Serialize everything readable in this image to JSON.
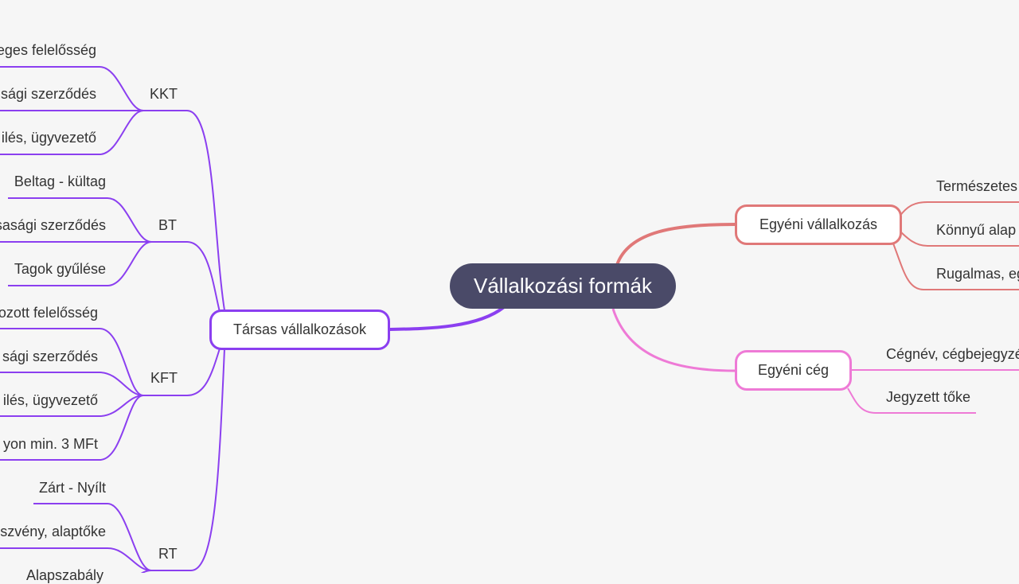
{
  "colors": {
    "background": "#f6f6f6",
    "central": "#4a4a68",
    "tarsas": "#8b3ff0",
    "egyeni_vallalkozas": "#e07878",
    "egyeni_ceg": "#ee7ad6"
  },
  "central": {
    "label": "Vállalkozási formák"
  },
  "tarsas": {
    "label": "Társas vállalkozások",
    "groups": [
      {
        "label": "KKT",
        "items": [
          "eges felelősség",
          "sági szerződés",
          "ilés, ügyvezető"
        ]
      },
      {
        "label": "BT",
        "items": [
          "Beltag - kültag",
          "sasági szerződés",
          "Tagok gyűlése"
        ]
      },
      {
        "label": "KFT",
        "items": [
          "ozott felelősség",
          "sági szerződés",
          "ilés, ügyvezető",
          "yon min. 3 MFt"
        ]
      },
      {
        "label": "RT",
        "items": [
          "Zárt - Nyílt",
          "szvény, alaptőke",
          "Alapszabály"
        ]
      }
    ]
  },
  "egyeni_vallalkozas": {
    "label": "Egyéni vállalkozás",
    "items": [
      "Természetes",
      "Könnyű alap",
      "Rugalmas, eg"
    ]
  },
  "egyeni_ceg": {
    "label": "Egyéni cég",
    "items": [
      "Cégnév, cégbejegyzé",
      "Jegyzett tőke"
    ]
  }
}
